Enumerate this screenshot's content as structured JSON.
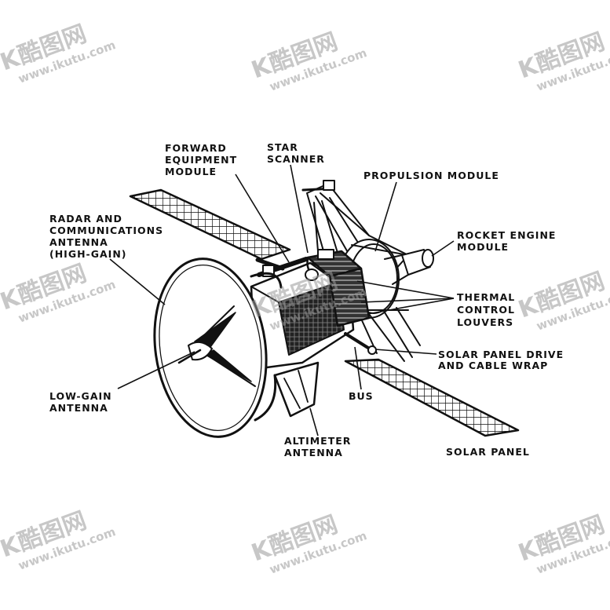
{
  "labels": {
    "forward_equipment_module": [
      "FORWARD",
      "EQUIPMENT",
      "MODULE"
    ],
    "star_scanner": [
      "STAR",
      "SCANNER"
    ],
    "propulsion_module": [
      "PROPULSION  MODULE"
    ],
    "radar_antenna": [
      "RADAR AND",
      "COMMUNICATIONS",
      "ANTENNA",
      "(HIGH-GAIN)"
    ],
    "rocket_engine_module": [
      "ROCKET  ENGINE",
      "MODULE"
    ],
    "thermal_control_louvers": [
      "THERMAL",
      "CONTROL",
      "LOUVERS"
    ],
    "solar_panel_drive": [
      "SOLAR PANEL DRIVE",
      "AND CABLE WRAP"
    ],
    "low_gain_antenna": [
      "LOW-GAIN",
      "ANTENNA"
    ],
    "bus": [
      "BUS"
    ],
    "altimeter_antenna": [
      "ALTIMETER",
      "ANTENNA"
    ],
    "solar_panel": [
      "SOLAR  PANEL"
    ]
  },
  "watermark": {
    "mark": "K",
    "brand": "酷图网",
    "url": "www.ikutu.com"
  }
}
